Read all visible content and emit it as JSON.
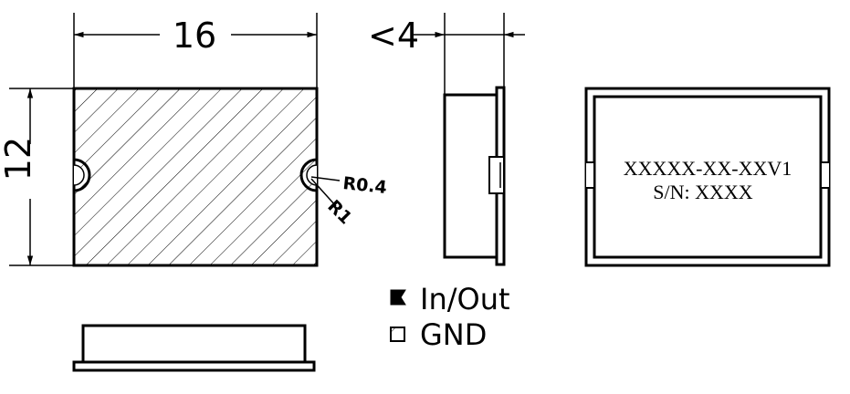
{
  "dimensions": {
    "width": "16",
    "height": "12",
    "thickness": "<4",
    "corner_radius": "R0.4",
    "edge_radius": "R1"
  },
  "marking": {
    "line1": "XXXXX-XX-XXV1",
    "line2": "S/N: XXXX"
  },
  "legend": {
    "io": "In/Out",
    "gnd": "GND"
  },
  "colors": {
    "line": "#000000",
    "background": "#ffffff"
  }
}
